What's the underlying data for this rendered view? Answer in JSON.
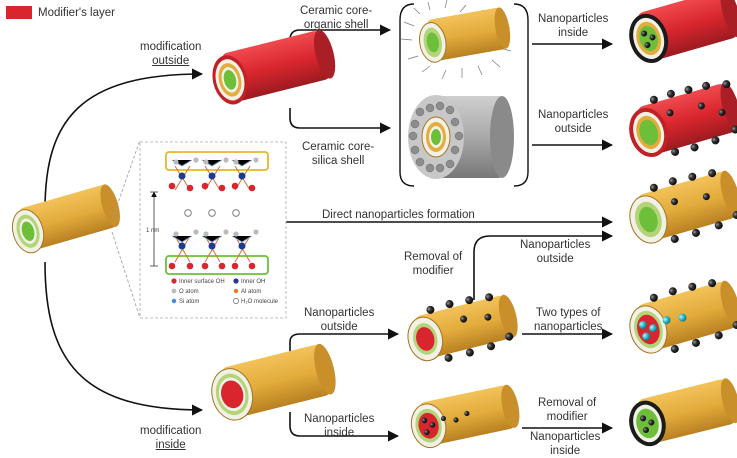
{
  "legend": {
    "label": "Modifier's layer",
    "color": "#d9262e"
  },
  "labels": {
    "modification_outside_line1": "modification",
    "modification_outside_line2": "outside",
    "ceramic_core_organic_line1": "Ceramic core-",
    "ceramic_core_organic_line2": "organic shell",
    "ceramic_core_silica_line1": "Ceramic core-",
    "ceramic_core_silica_line2": "silica shell",
    "np_inside_top_line1": "Nanoparticles",
    "np_inside_top_line2": "inside",
    "np_outside_top_line1": "Nanoparticles",
    "np_outside_top_line2": "outside",
    "direct_formation": "Direct nanoparticles formation",
    "removal_modifier_mid_line1": "Removal of",
    "removal_modifier_mid_line2": "modifier",
    "np_outside_mid_line1": "Nanoparticles",
    "np_outside_mid_line2": "outside",
    "np_outside_low_line1": "Nanoparticles",
    "np_outside_low_line2": "outside",
    "two_types_line1": "Two types of",
    "two_types_line2": "nanoparticles",
    "modification_inside_line1": "modification",
    "modification_inside_line2": "inside",
    "np_inside_low_line1": "Nanoparticles",
    "np_inside_low_line2": "inside",
    "removal_modifier_low_line1": "Removal of",
    "removal_modifier_low_line2": "modifier",
    "np_inside_bottom_line1": "Nanoparticles",
    "np_inside_bottom_line2": "inside"
  },
  "inset": {
    "scale_label": "1 nm",
    "key": {
      "inner_surface_oh": "Inner surface OH",
      "inner_oh": "Inner OH",
      "o_atom": "O atom",
      "al_atom": "Al atom",
      "si_atom": "Si atom",
      "h2o_molecule": "H₂O molecule"
    }
  },
  "colors": {
    "halloysite_outer": "#e3ac3c",
    "lumen_green": "#6dbf3a",
    "modifier_red": "#d9262e",
    "nanoparticle": "#222222",
    "nanoparticle_cyan": "#2fb9c9",
    "silica_grey": "#9a9a9a"
  }
}
